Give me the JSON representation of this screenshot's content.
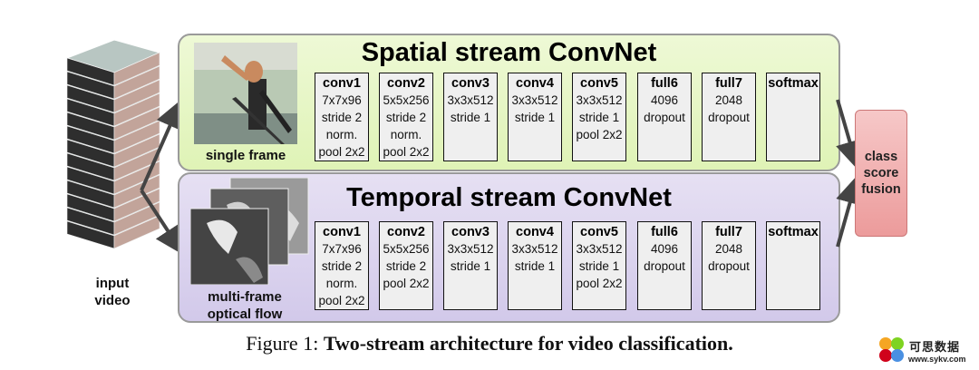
{
  "input": {
    "label_line1": "input",
    "label_line2": "video"
  },
  "spatial": {
    "title": "Spatial stream ConvNet",
    "image_caption": "single frame",
    "layers": [
      {
        "name": "conv1",
        "params": [
          "7x7x96",
          "stride 2",
          "norm.",
          "pool 2x2"
        ]
      },
      {
        "name": "conv2",
        "params": [
          "5x5x256",
          "stride 2",
          "norm.",
          "pool 2x2"
        ]
      },
      {
        "name": "conv3",
        "params": [
          "3x3x512",
          "stride 1"
        ]
      },
      {
        "name": "conv4",
        "params": [
          "3x3x512",
          "stride 1"
        ]
      },
      {
        "name": "conv5",
        "params": [
          "3x3x512",
          "stride 1",
          "pool 2x2"
        ]
      },
      {
        "name": "full6",
        "params": [
          "4096",
          "dropout"
        ]
      },
      {
        "name": "full7",
        "params": [
          "2048",
          "dropout"
        ]
      },
      {
        "name": "softmax",
        "params": []
      }
    ]
  },
  "temporal": {
    "title": "Temporal stream ConvNet",
    "image_caption_line1": "multi-frame",
    "image_caption_line2": "optical flow",
    "layers": [
      {
        "name": "conv1",
        "params": [
          "7x7x96",
          "stride 2",
          "norm.",
          "pool 2x2"
        ]
      },
      {
        "name": "conv2",
        "params": [
          "5x5x256",
          "stride 2",
          "pool 2x2"
        ]
      },
      {
        "name": "conv3",
        "params": [
          "3x3x512",
          "stride 1"
        ]
      },
      {
        "name": "conv4",
        "params": [
          "3x3x512",
          "stride 1"
        ]
      },
      {
        "name": "conv5",
        "params": [
          "3x3x512",
          "stride 1",
          "pool 2x2"
        ]
      },
      {
        "name": "full6",
        "params": [
          "4096",
          "dropout"
        ]
      },
      {
        "name": "full7",
        "params": [
          "2048",
          "dropout"
        ]
      },
      {
        "name": "softmax",
        "params": []
      }
    ]
  },
  "fusion": {
    "line1": "class",
    "line2": "score",
    "line3": "fusion"
  },
  "caption": {
    "prefix": "Figure 1: ",
    "bold": "Two-stream architecture for video classification."
  },
  "watermark": {
    "text": "可思数据",
    "url": "www.sykv.com"
  },
  "colors": {
    "spatial_panel": "#e4f5c2",
    "temporal_panel": "#d8d0ee",
    "fusion_box": "#f0aaaa",
    "layer_box": "#efefef"
  }
}
